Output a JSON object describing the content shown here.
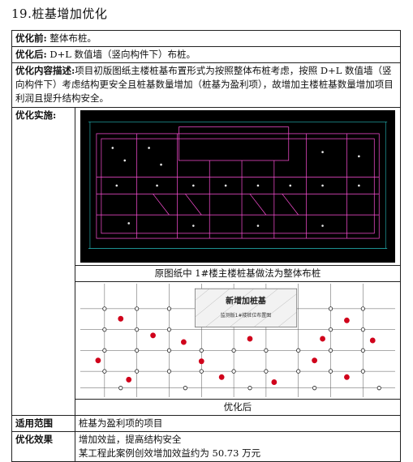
{
  "title": "19.桩基增加优化",
  "before": {
    "label": "优化前:",
    "text": "整体布桩。"
  },
  "after": {
    "label": "优化后:",
    "text": "D+L 数值墙（竖向构件下）布桩。"
  },
  "description": {
    "label": "优化内容描述:",
    "text": "项目初版图纸主楼桩基布置形式为按照整体布桩考虑，按照 D+L 数值墙（竖向构件下）考虑结构更安全且桩基数量增加（桩基为盈利项），故增加主楼桩基数量增加项目利润且提升结构安全。"
  },
  "implementation": {
    "label": "优化实施:",
    "figure1_caption": "原图纸中 1#楼主楼桩基做法为整体布桩",
    "figure2_title": "新增加桩基",
    "figure2_subtitle": "监测版1#楼桩位布置图",
    "figure2_caption": "优化后"
  },
  "scope": {
    "label": "适用范围",
    "text": "桩基为盈利项的项目"
  },
  "effect": {
    "label": "优化效果",
    "line1": "增加效益，提高结构安全",
    "line2": "某工程此案例创效增加效益约为 50.73 万元"
  },
  "colors": {
    "cad_bg": "#000000",
    "cad_lines": "#ff4fd8",
    "new_pile": "#d0021b"
  }
}
